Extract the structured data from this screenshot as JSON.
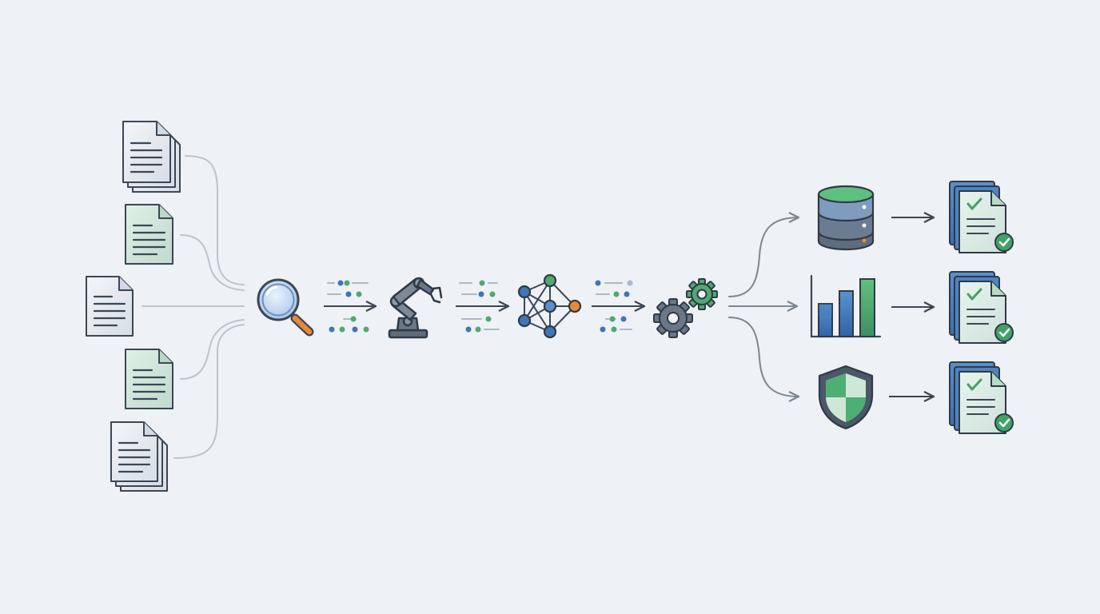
{
  "diagram": {
    "type": "document-processing-pipeline",
    "inputs": [
      {
        "icon": "document-stack-icon",
        "color": "gray"
      },
      {
        "icon": "document-icon",
        "color": "green"
      },
      {
        "icon": "document-icon",
        "color": "gray"
      },
      {
        "icon": "document-icon",
        "color": "green"
      },
      {
        "icon": "document-stack-icon",
        "color": "gray"
      }
    ],
    "stages": [
      {
        "icon": "magnifier-icon"
      },
      {
        "icon": "robot-arm-icon"
      },
      {
        "icon": "neural-network-icon"
      },
      {
        "icon": "gears-icon"
      }
    ],
    "outputs": [
      {
        "icon": "database-icon",
        "result_icon": "verified-document-icon"
      },
      {
        "icon": "bar-chart-icon",
        "result_icon": "verified-document-icon"
      },
      {
        "icon": "shield-icon",
        "result_icon": "verified-document-icon"
      }
    ]
  },
  "colors": {
    "background": "#eef1f5",
    "stroke": "#3b4756",
    "connector": "#b8c0ca",
    "arrow": "#3d4652",
    "blue": "#3f77b5",
    "green": "#52a86f",
    "orange": "#e8893a",
    "doc_gray": "#e2e7ee",
    "doc_green": "#c9e6d1",
    "steel": "#6b7786"
  }
}
